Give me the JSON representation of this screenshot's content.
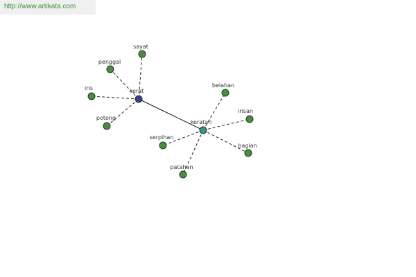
{
  "header": {
    "url": "http://www.artikata.com"
  },
  "colors": {
    "related": "#4e8a44",
    "primary": "#3c3f8a",
    "secondary": "#3c8f8a",
    "edge": "#222222"
  },
  "nodes": [
    {
      "id": "kerat",
      "label": "kerat",
      "kind": "primary"
    },
    {
      "id": "keratan",
      "label": "keratan",
      "kind": "secondary"
    },
    {
      "id": "sayat",
      "label": "sayat",
      "kind": "related"
    },
    {
      "id": "penggal",
      "label": "penggal",
      "kind": "related"
    },
    {
      "id": "iris",
      "label": "iris",
      "kind": "related"
    },
    {
      "id": "potong",
      "label": "potong",
      "kind": "related"
    },
    {
      "id": "belahan",
      "label": "belahan",
      "kind": "related"
    },
    {
      "id": "irisan",
      "label": "irisan",
      "kind": "related"
    },
    {
      "id": "bagian",
      "label": "bagian",
      "kind": "related"
    },
    {
      "id": "serpihan",
      "label": "serpihan",
      "kind": "related"
    },
    {
      "id": "patahan",
      "label": "patahan",
      "kind": "related"
    }
  ],
  "edges": [
    {
      "from": "kerat",
      "to": "keratan",
      "style": "solid"
    },
    {
      "from": "kerat",
      "to": "sayat",
      "style": "dashed"
    },
    {
      "from": "kerat",
      "to": "penggal",
      "style": "dashed"
    },
    {
      "from": "kerat",
      "to": "iris",
      "style": "dashed"
    },
    {
      "from": "kerat",
      "to": "potong",
      "style": "dashed"
    },
    {
      "from": "keratan",
      "to": "belahan",
      "style": "dashed"
    },
    {
      "from": "keratan",
      "to": "irisan",
      "style": "dashed"
    },
    {
      "from": "keratan",
      "to": "bagian",
      "style": "dashed"
    },
    {
      "from": "keratan",
      "to": "serpihan",
      "style": "dashed"
    },
    {
      "from": "keratan",
      "to": "patahan",
      "style": "dashed"
    }
  ]
}
